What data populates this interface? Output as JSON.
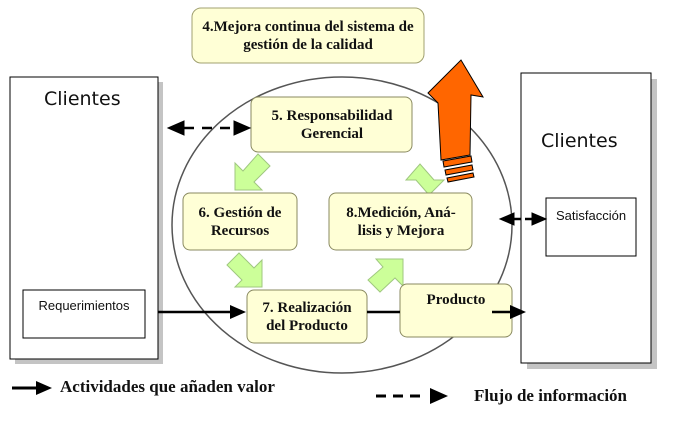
{
  "diagram": {
    "improvement_title": "4.Mejora continua del sistema de gestión de la calidad",
    "left_panel": {
      "title": "Clientes",
      "requirements_label": "Requerimientos"
    },
    "right_panel": {
      "title": "Clientes",
      "satisfaction_label": "Satisfacción"
    },
    "process_boxes": {
      "responsibility": "5. Responsabilidad Gerencial",
      "resources": "6. Gestión de Recursos",
      "measurement": "8.Medición, Aná-lisis y Mejora",
      "realization": "7. Realización del Producto",
      "product": "Producto"
    },
    "legend": {
      "value_activities": "Actividades que añaden valor",
      "information_flow": "Flujo de información"
    },
    "colors": {
      "box_fill": "#ffffd6",
      "process_arrow": "#ccff99",
      "big_arrow": "#ff6600",
      "panel_shadow": "#c4c4c4",
      "stroke": "#000000"
    }
  }
}
